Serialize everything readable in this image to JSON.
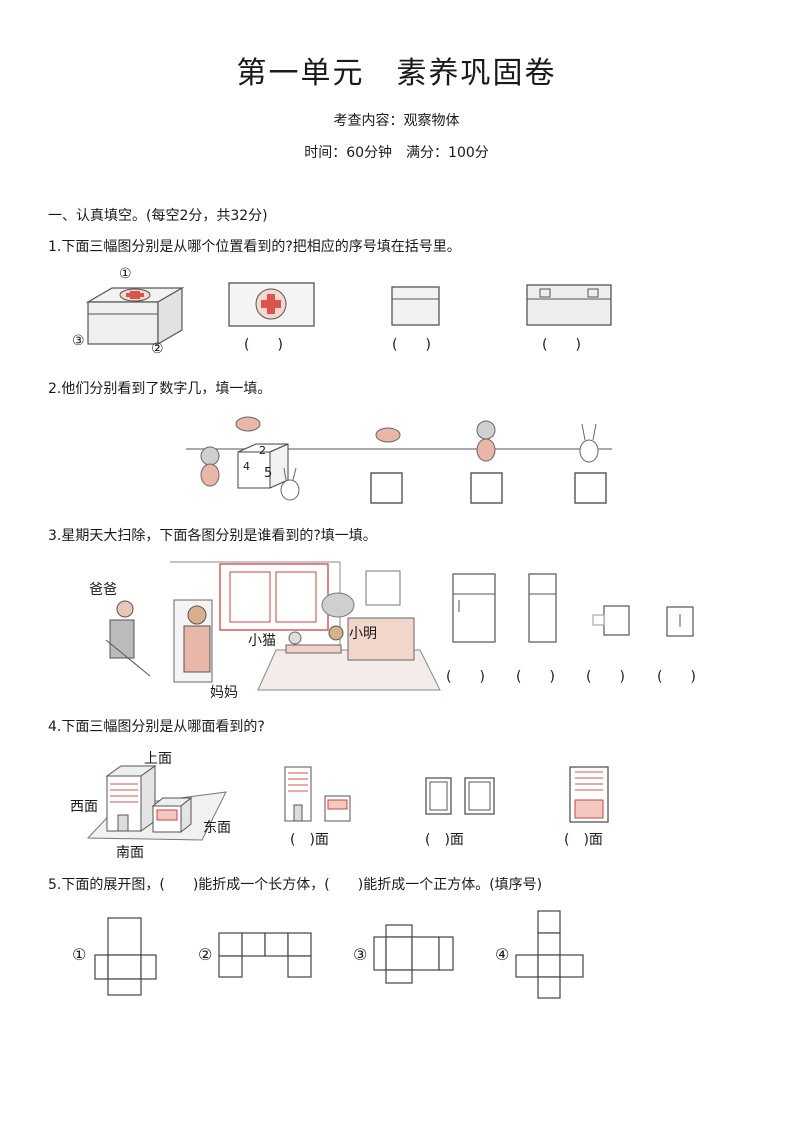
{
  "header": {
    "title": "第一单元　素养巩固卷",
    "content_line": "考查内容：观察物体",
    "time_line": "时间：60分钟　满分：100分"
  },
  "section1": {
    "heading": "一、认真填空。(每空2分，共32分)"
  },
  "q1": {
    "text": "1.下面三幅图分别是从哪个位置看到的?把相应的序号填在括号里。",
    "markers": [
      "①",
      "②",
      "③"
    ],
    "blanks": [
      "(　　)",
      "(　　)",
      "(　　)"
    ]
  },
  "q2": {
    "text": "2.他们分别看到了数字几，填一填。",
    "cube_numbers": [
      "2",
      "4",
      "5"
    ]
  },
  "q3": {
    "text": "3.星期天大扫除，下面各图分别是谁看到的?填一填。",
    "labels": [
      "爸爸",
      "小猫",
      "小明",
      "妈妈"
    ],
    "blanks": [
      "(　　)",
      "(　　)",
      "(　　)",
      "(　　)"
    ]
  },
  "q4": {
    "text": "4.下面三幅图分别是从哪面看到的?",
    "labels": [
      "上面",
      "西面",
      "东面",
      "南面"
    ],
    "blanks": [
      "(　)面",
      "(　)面",
      "(　)面"
    ]
  },
  "q5": {
    "text": "5.下面的展开图，(　　)能折成一个长方体，(　　)能折成一个正方体。(填序号)",
    "markers": [
      "①",
      "②",
      "③",
      "④"
    ]
  }
}
